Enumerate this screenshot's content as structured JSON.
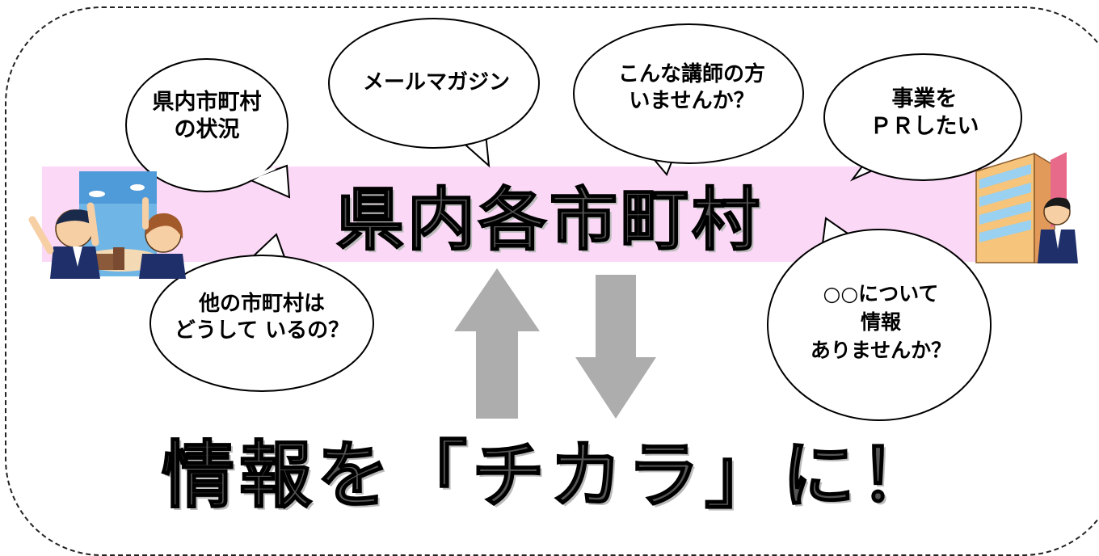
{
  "title": "県内各市町村",
  "slogan": "情報を「チカラ」に！",
  "bubbles": {
    "status": [
      "県内市町村",
      "の状況"
    ],
    "mailmag": [
      "メールマガジン"
    ],
    "lecturer": [
      "こんな講師の方",
      "いませんか？"
    ],
    "pr": [
      "事業を",
      "ＰＲしたい"
    ],
    "others": [
      "他の市町村は",
      "どうして いるの？"
    ],
    "info": [
      "○○について",
      "情報",
      "ありませんか？"
    ]
  },
  "colors": {
    "band": "#fbd8f6",
    "arrow": "#adadad",
    "title_fill": "#555555"
  },
  "icons": [
    "people-waving-illustration",
    "office-building-illustration",
    "up-arrow-icon",
    "down-arrow-icon"
  ]
}
